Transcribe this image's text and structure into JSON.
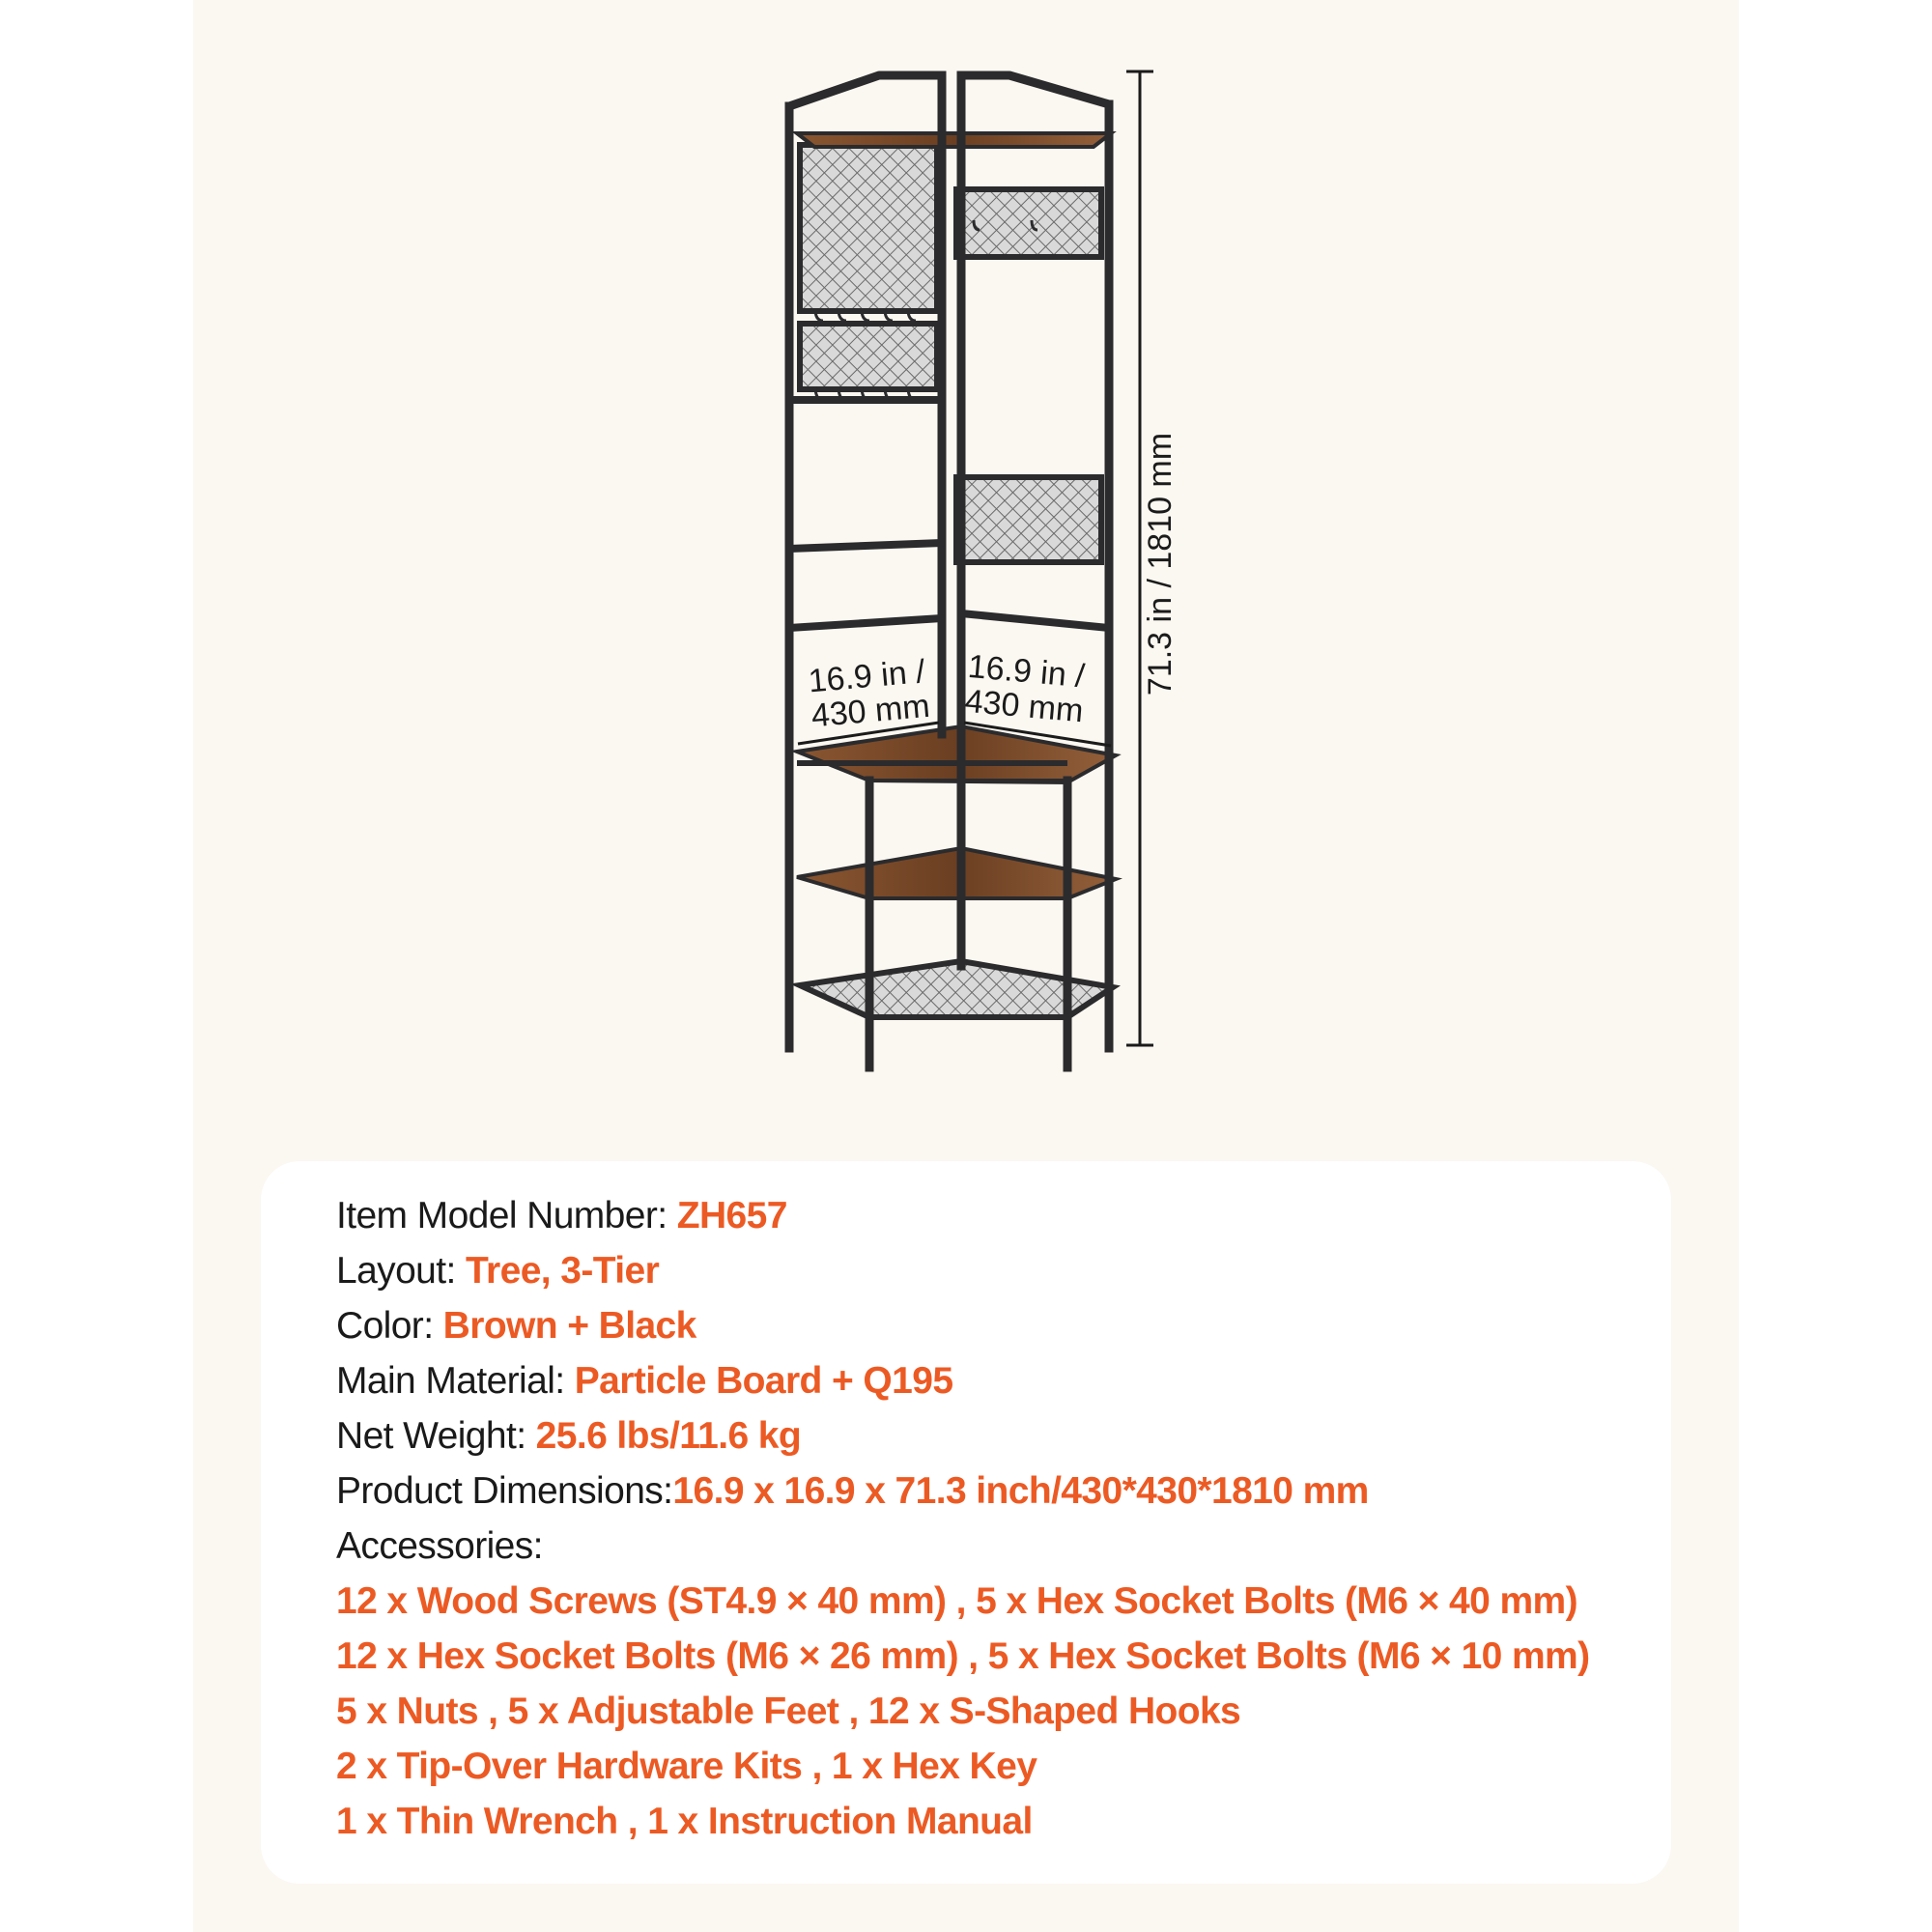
{
  "dimensions": {
    "height_label": "71.3 in / 1810 mm",
    "width_left_line1": "16.9 in /",
    "width_left_line2": "430 mm",
    "width_right_line1": "16.9 in /",
    "width_right_line2": "430 mm"
  },
  "specs": {
    "model_label": "Item Model Number: ",
    "model_value": "ZH657",
    "layout_label": "Layout: ",
    "layout_value": "Tree, 3-Tier",
    "color_label": "Color: ",
    "color_value": "Brown + Black",
    "material_label": "Main Material: ",
    "material_value": "Particle Board + Q195",
    "weight_label": "Net Weight: ",
    "weight_value": "25.6 lbs/11.6 kg",
    "dims_label": "Product Dimensions:",
    "dims_value": "16.9 x 16.9 x 71.3 inch/430*430*1810 mm",
    "accessories_label": "Accessories:",
    "accessories": [
      "12 x Wood Screws (ST4.9 × 40 mm) , 5 x Hex Socket Bolts (M6 × 40 mm)",
      "12 x Hex Socket Bolts (M6 × 26 mm) , 5 x Hex Socket Bolts (M6 × 10 mm)",
      "5 x Nuts , 5 x Adjustable Feet , 12 x S-Shaped Hooks",
      "2 x Tip-Over Hardware Kits , 1 x Hex Key",
      "1 x Thin Wrench , 1 x Instruction Manual"
    ]
  },
  "colors": {
    "accent": "#ec5a24",
    "frame": "#2b2b2d",
    "wood": "#7a4a2a",
    "background": "#fbf7f1"
  }
}
